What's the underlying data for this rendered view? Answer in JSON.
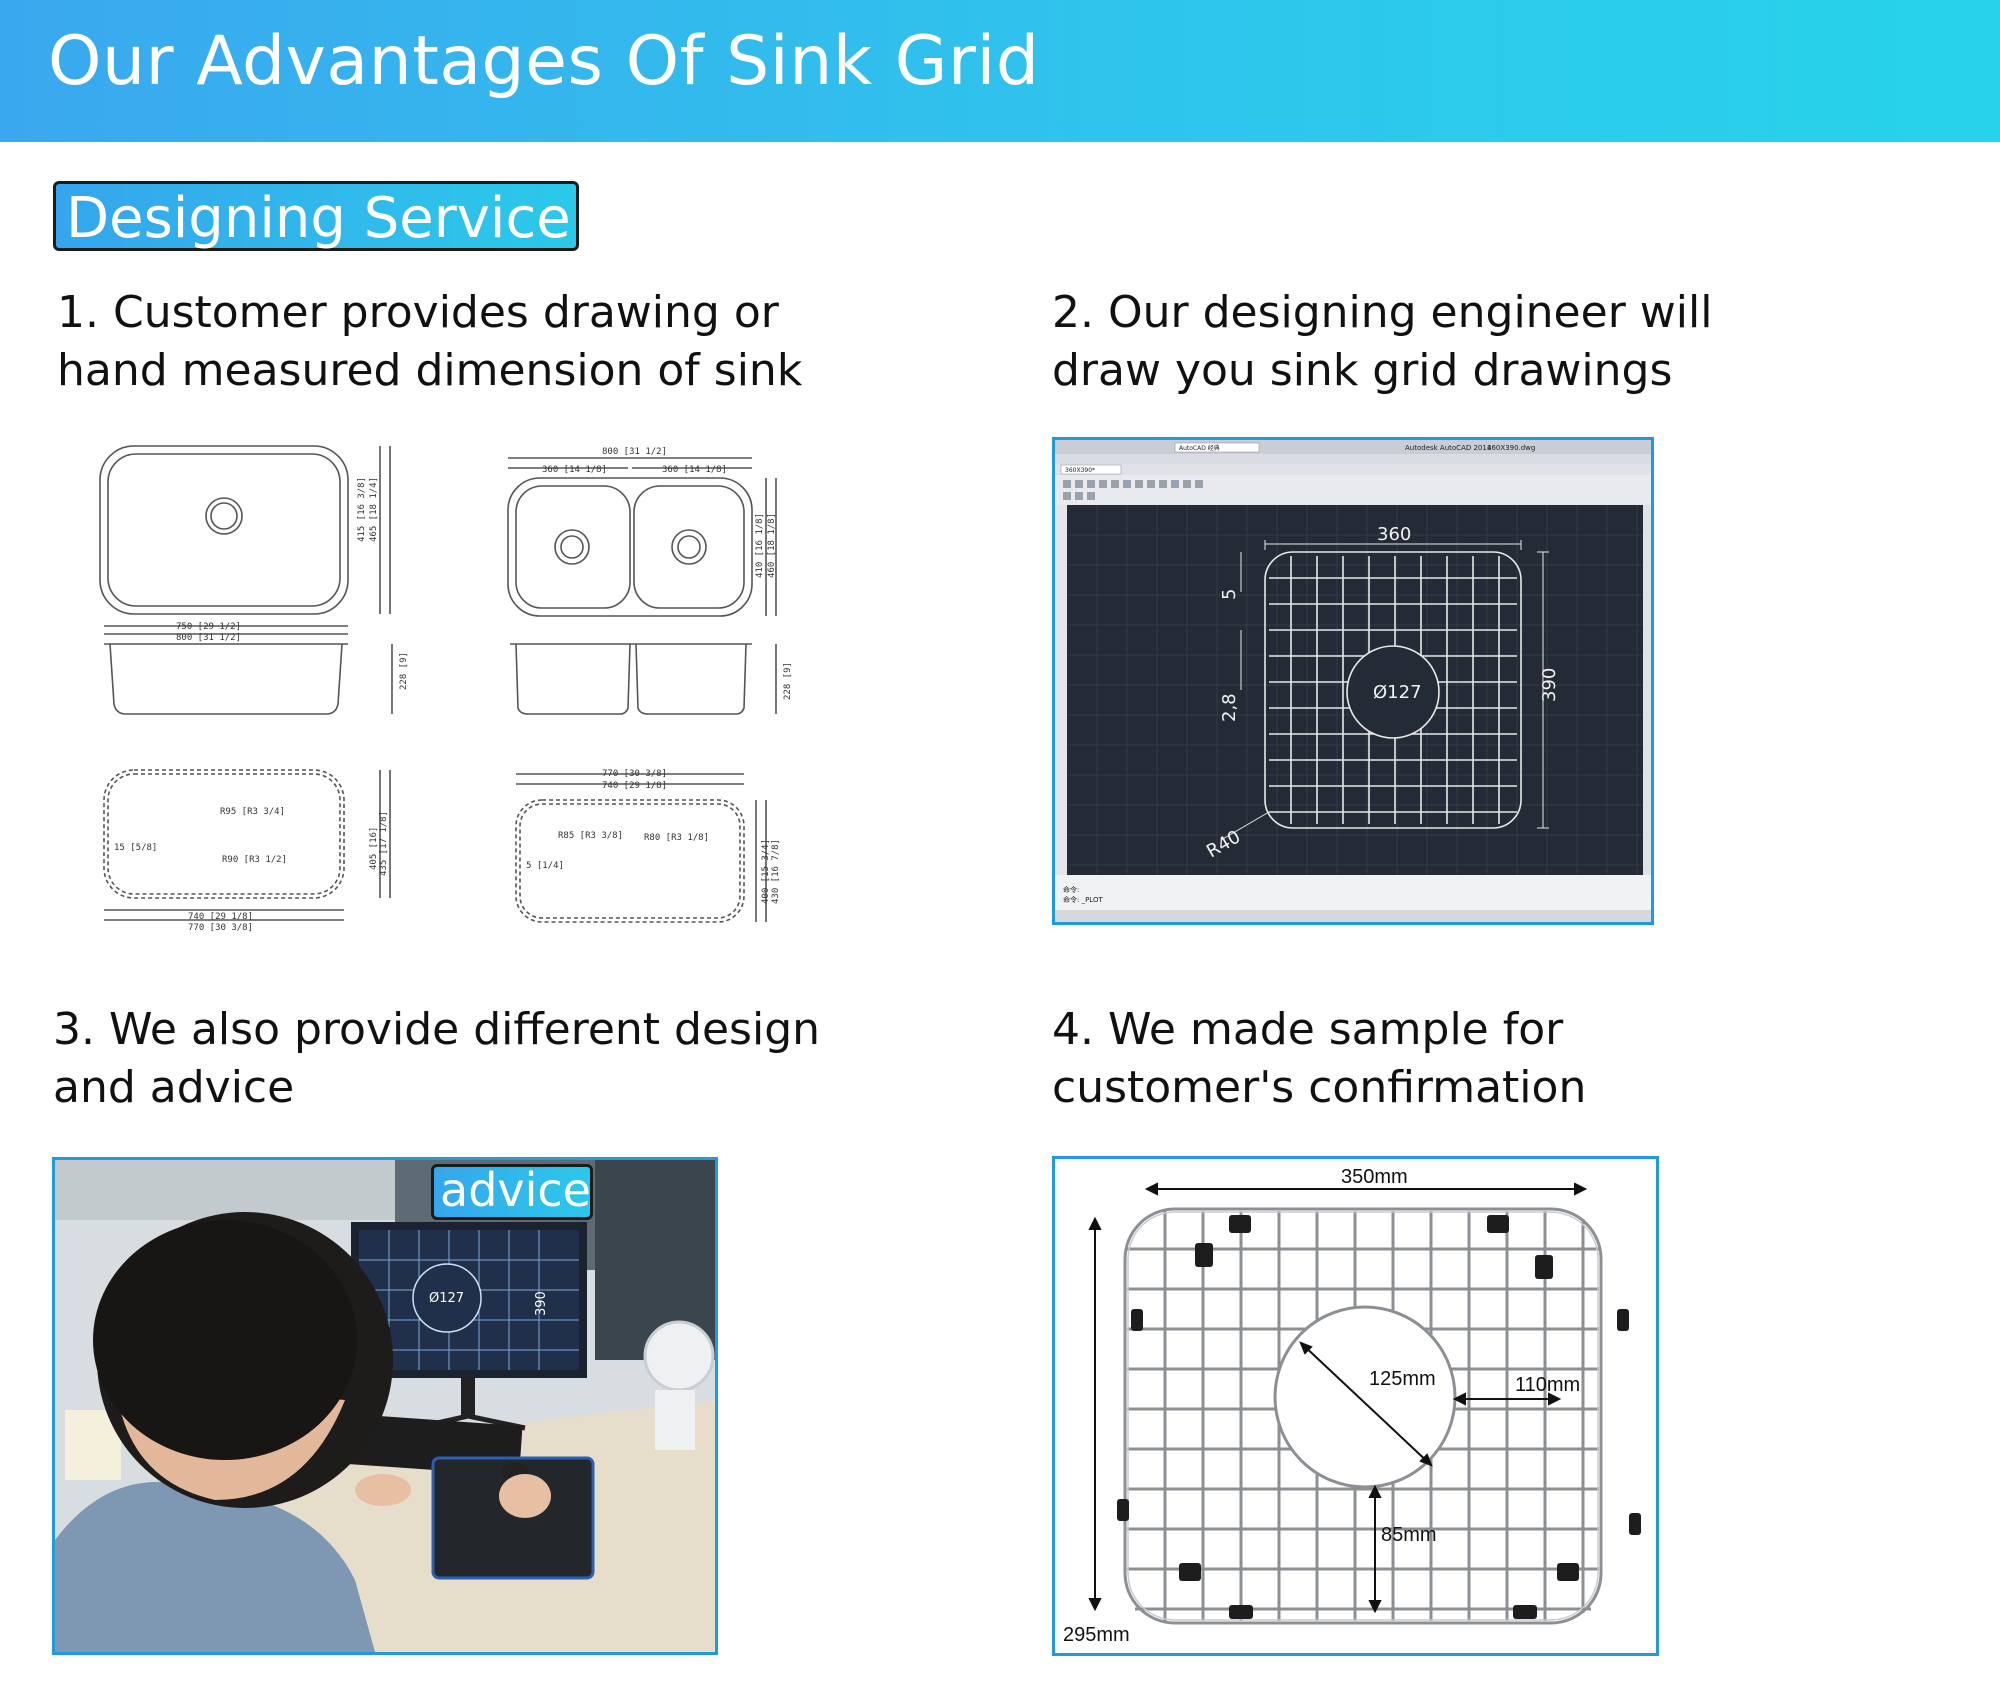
{
  "header": {
    "title": "Our Advantages Of Sink Grid"
  },
  "section": {
    "badge": "Designing Service"
  },
  "steps": [
    {
      "line1": "1. Customer provides drawing or",
      "line2": "hand measured dimension of sink"
    },
    {
      "line1": "2. Our designing engineer will",
      "line2": "draw you sink grid drawings"
    },
    {
      "line1": "3. We also provide different design",
      "line2": "and advice"
    },
    {
      "line1": "4. We made sample for",
      "line2": "customer's confirmation"
    }
  ],
  "sink_drawing": {
    "single_top_w1": "750 [29 1/2]",
    "single_top_w2": "800 [31 1/2]",
    "single_top_h1": "415 [16 3/8]",
    "single_top_h2": "465 [18 1/4]",
    "single_depth": "228 [9]",
    "double_top_w": "800 [31 1/2]",
    "double_bowl_w1": "360 [14 1/8]",
    "double_bowl_w2": "360 [14 1/8]",
    "double_top_h1": "410 [16 1/8]",
    "double_top_h2": "460 [18 1/8]",
    "double_depth": "228 [9]",
    "single_cut_r1": "R95 [R3 3/4]",
    "single_cut_r2": "R90 [R3 1/2]",
    "single_cut_side": "15 [5/8]",
    "single_cut_h1": "405 [16]",
    "single_cut_h2": "435 [17 1/8]",
    "single_cut_w1": "740 [29 1/8]",
    "single_cut_w2": "770 [30 3/8]",
    "double_cut_w1": "770 [30 3/8]",
    "double_cut_w2": "740 [29 1/8]",
    "double_cut_r1": "R85 [R3 3/8]",
    "double_cut_r2": "R80 [R3 1/8]",
    "double_cut_side": "5 [1/4]",
    "double_cut_h1": "400 [15 3/4]",
    "double_cut_h2": "430 [16 7/8]"
  },
  "cad_screen": {
    "app_title": "Autodesk AutoCAD 2014",
    "file_name": "360X390.dwg",
    "workspace": "AutoCAD 经典",
    "tab": "360X390*",
    "dim_width": "360",
    "dim_height": "390",
    "dim_hole": "Ø127",
    "dim_radius": "R40",
    "dim_offset1": "5",
    "dim_offset2": "2,8",
    "cmd1": "命令:",
    "cmd2": "命令: _PLOT"
  },
  "photo": {
    "label": "advice",
    "monitor_hole": "Ø127",
    "monitor_height": "390"
  },
  "sample": {
    "width": "350mm",
    "height": "295mm",
    "hole": "125mm",
    "side": "110mm",
    "bottom": "85mm"
  }
}
